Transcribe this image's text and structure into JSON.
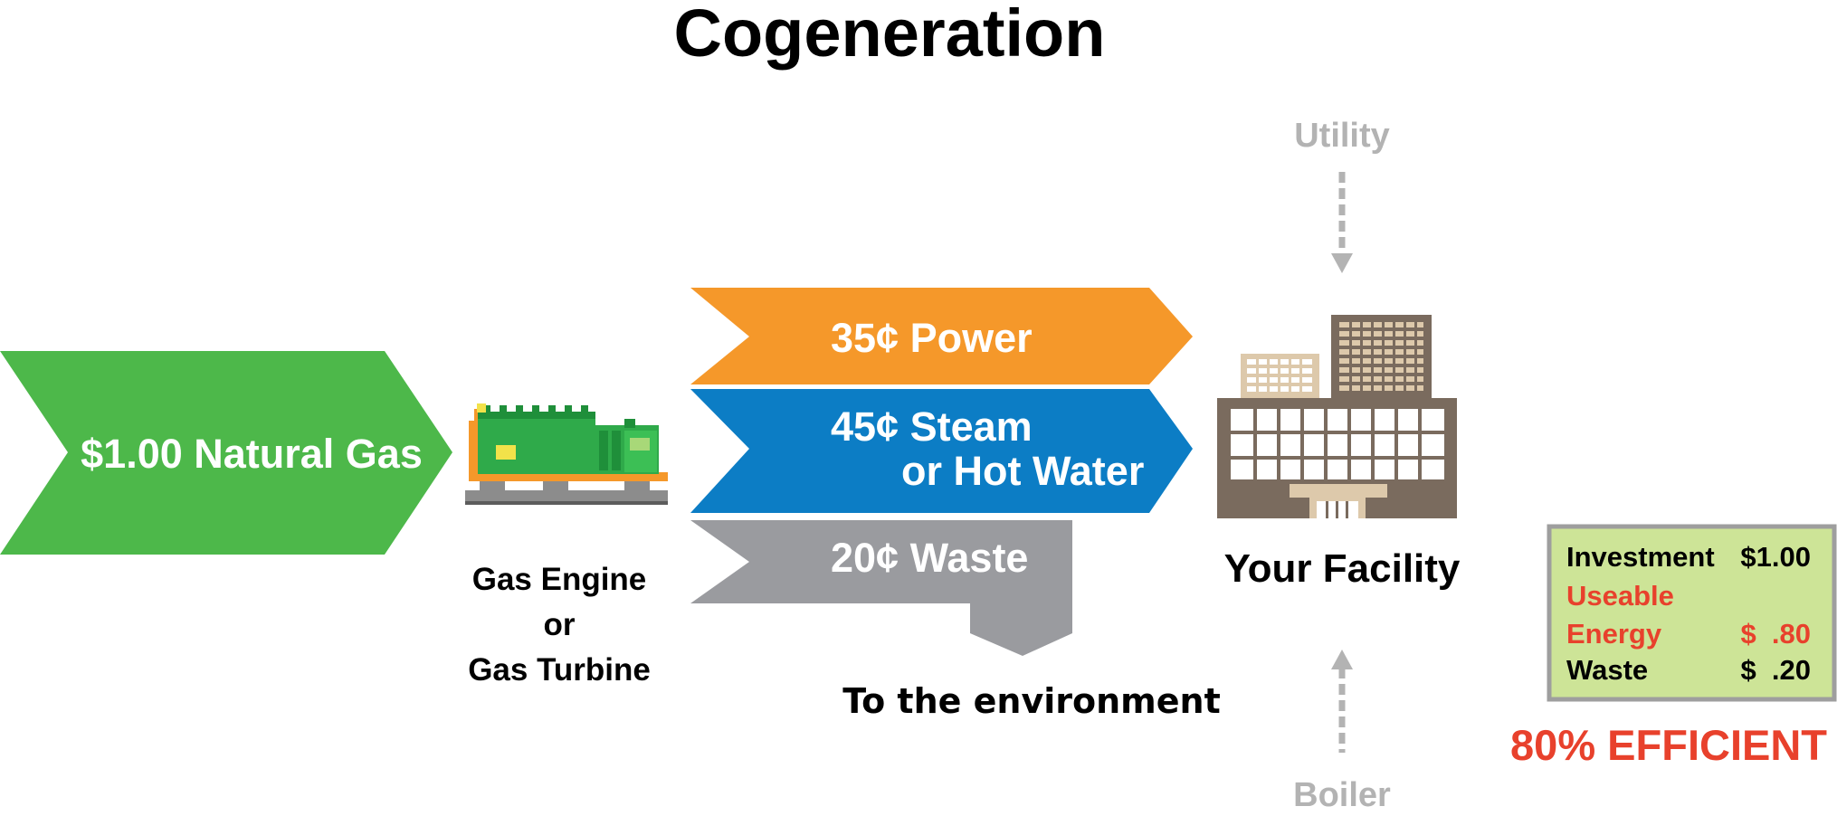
{
  "title": "Cogeneration",
  "input": {
    "label": "$1.00 Natural Gas"
  },
  "generator": {
    "label_line1": "Gas Engine",
    "label_line2": "or",
    "label_line3": "Gas Turbine"
  },
  "outputs": {
    "power": {
      "label": "35¢ Power"
    },
    "steam": {
      "label_line1": "45¢ Steam",
      "label_line2": "or Hot Water"
    },
    "waste": {
      "label": "20¢ Waste"
    }
  },
  "environment": {
    "label": "To the environment"
  },
  "facility": {
    "label": "Your Facility"
  },
  "utility": {
    "label": "Utility"
  },
  "boiler": {
    "label": "Boiler"
  },
  "summary": {
    "investment_label": "Investment",
    "investment_value": "$1.00",
    "useable_label_line1": "Useable",
    "useable_label_line2": "Energy",
    "useable_value": "$  .80",
    "waste_label": "Waste",
    "waste_value": "$  .20",
    "efficiency": "80% EFFICIENT"
  },
  "colors": {
    "green": "#4db84a",
    "orange": "#f5982a",
    "blue": "#0c7dc5",
    "gray": "#9a9b9f",
    "red": "#e8412c",
    "summary_bg": "#cde497",
    "summary_border": "#9e9e9e",
    "building_dark": "#7a6b5e",
    "building_light": "#ddc9ab"
  }
}
